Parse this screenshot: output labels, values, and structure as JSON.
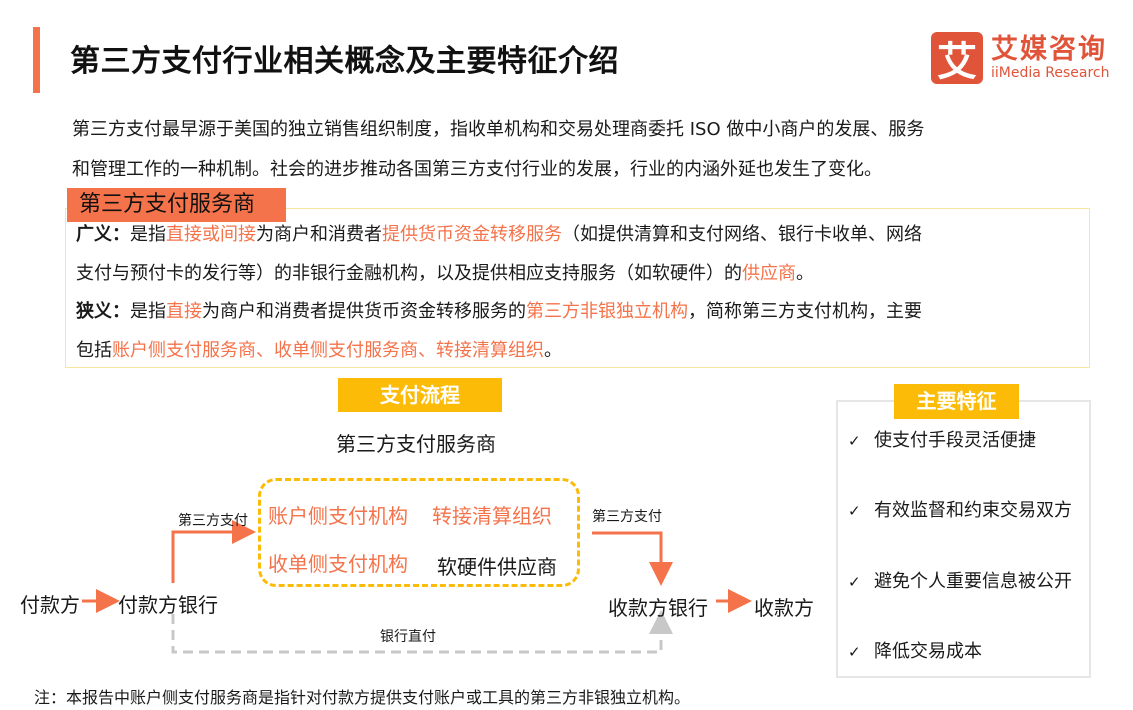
{
  "header": {
    "title": "第三方支付行业相关概念及主要特征介绍",
    "logo_mark": "艾",
    "logo_cn": "艾媒咨询",
    "logo_en": "iiMedia Research"
  },
  "intro": {
    "line1": "第三方支付最早源于美国的独立销售组织制度，指收单机构和交易处理商委托 ISO 做中小商户的发展、服务",
    "line2": "和管理工作的一种机制。社会的进步推动各国第三方支付行业的发展，行业的内涵外延也发生了变化。"
  },
  "definition": {
    "tag": "第三方支付服务商",
    "broad": {
      "label": "广义：",
      "t1": "是指",
      "h1": "直接或间接",
      "t2": "为商户和消费者",
      "h2": "提供货币资金转移服务",
      "t3": "（如提供清算和支付网络、银行卡收单、网络",
      "t4": "支付与预付卡的发行等）的非银行金融机构，以及提供相应支持服务（如软硬件）的",
      "h3": "供应商",
      "t5": "。"
    },
    "narrow": {
      "label": "狭义：",
      "t1": "是指",
      "h1": "直接",
      "t2": "为商户和消费者提供货币资金转移服务的",
      "h2": "第三方非银独立机构",
      "t3": "，简称第三方支付机构，主要",
      "t4": "包括",
      "h3": "账户侧支付服务商、收单侧支付服务商、转接清算组织",
      "t5": "。"
    }
  },
  "flow": {
    "tag": "支付流程",
    "subtitle": "第三方支付服务商",
    "nodes": {
      "payer": "付款方",
      "payer_bank": "付款方银行",
      "payee_bank": "收款方银行",
      "payee": "收款方",
      "account_side": "账户侧支付机构",
      "switch_clearing": "转接清算组织",
      "acquiring_side": "收单侧支付机构",
      "hw_sw_supplier": "软硬件供应商"
    },
    "edge_labels": {
      "third_party_in": "第三方支付",
      "third_party_out": "第三方支付",
      "bank_direct": "银行直付"
    }
  },
  "features": {
    "tag": "主要特征",
    "check_icon": "✓",
    "items": [
      "使支付手段灵活便捷",
      "有效监督和约束交易双方",
      "避免个人重要信息被公开",
      "降低交易成本"
    ]
  },
  "note": "注：本报告中账户侧支付服务商是指针对付款方提供支付账户或工具的第三方非银独立机构。",
  "colors": {
    "accent_orange": "#f5734a",
    "accent_yellow": "#fbbb07",
    "logo_red": "#e0543a",
    "dashed_gray": "#c8c8c8"
  }
}
